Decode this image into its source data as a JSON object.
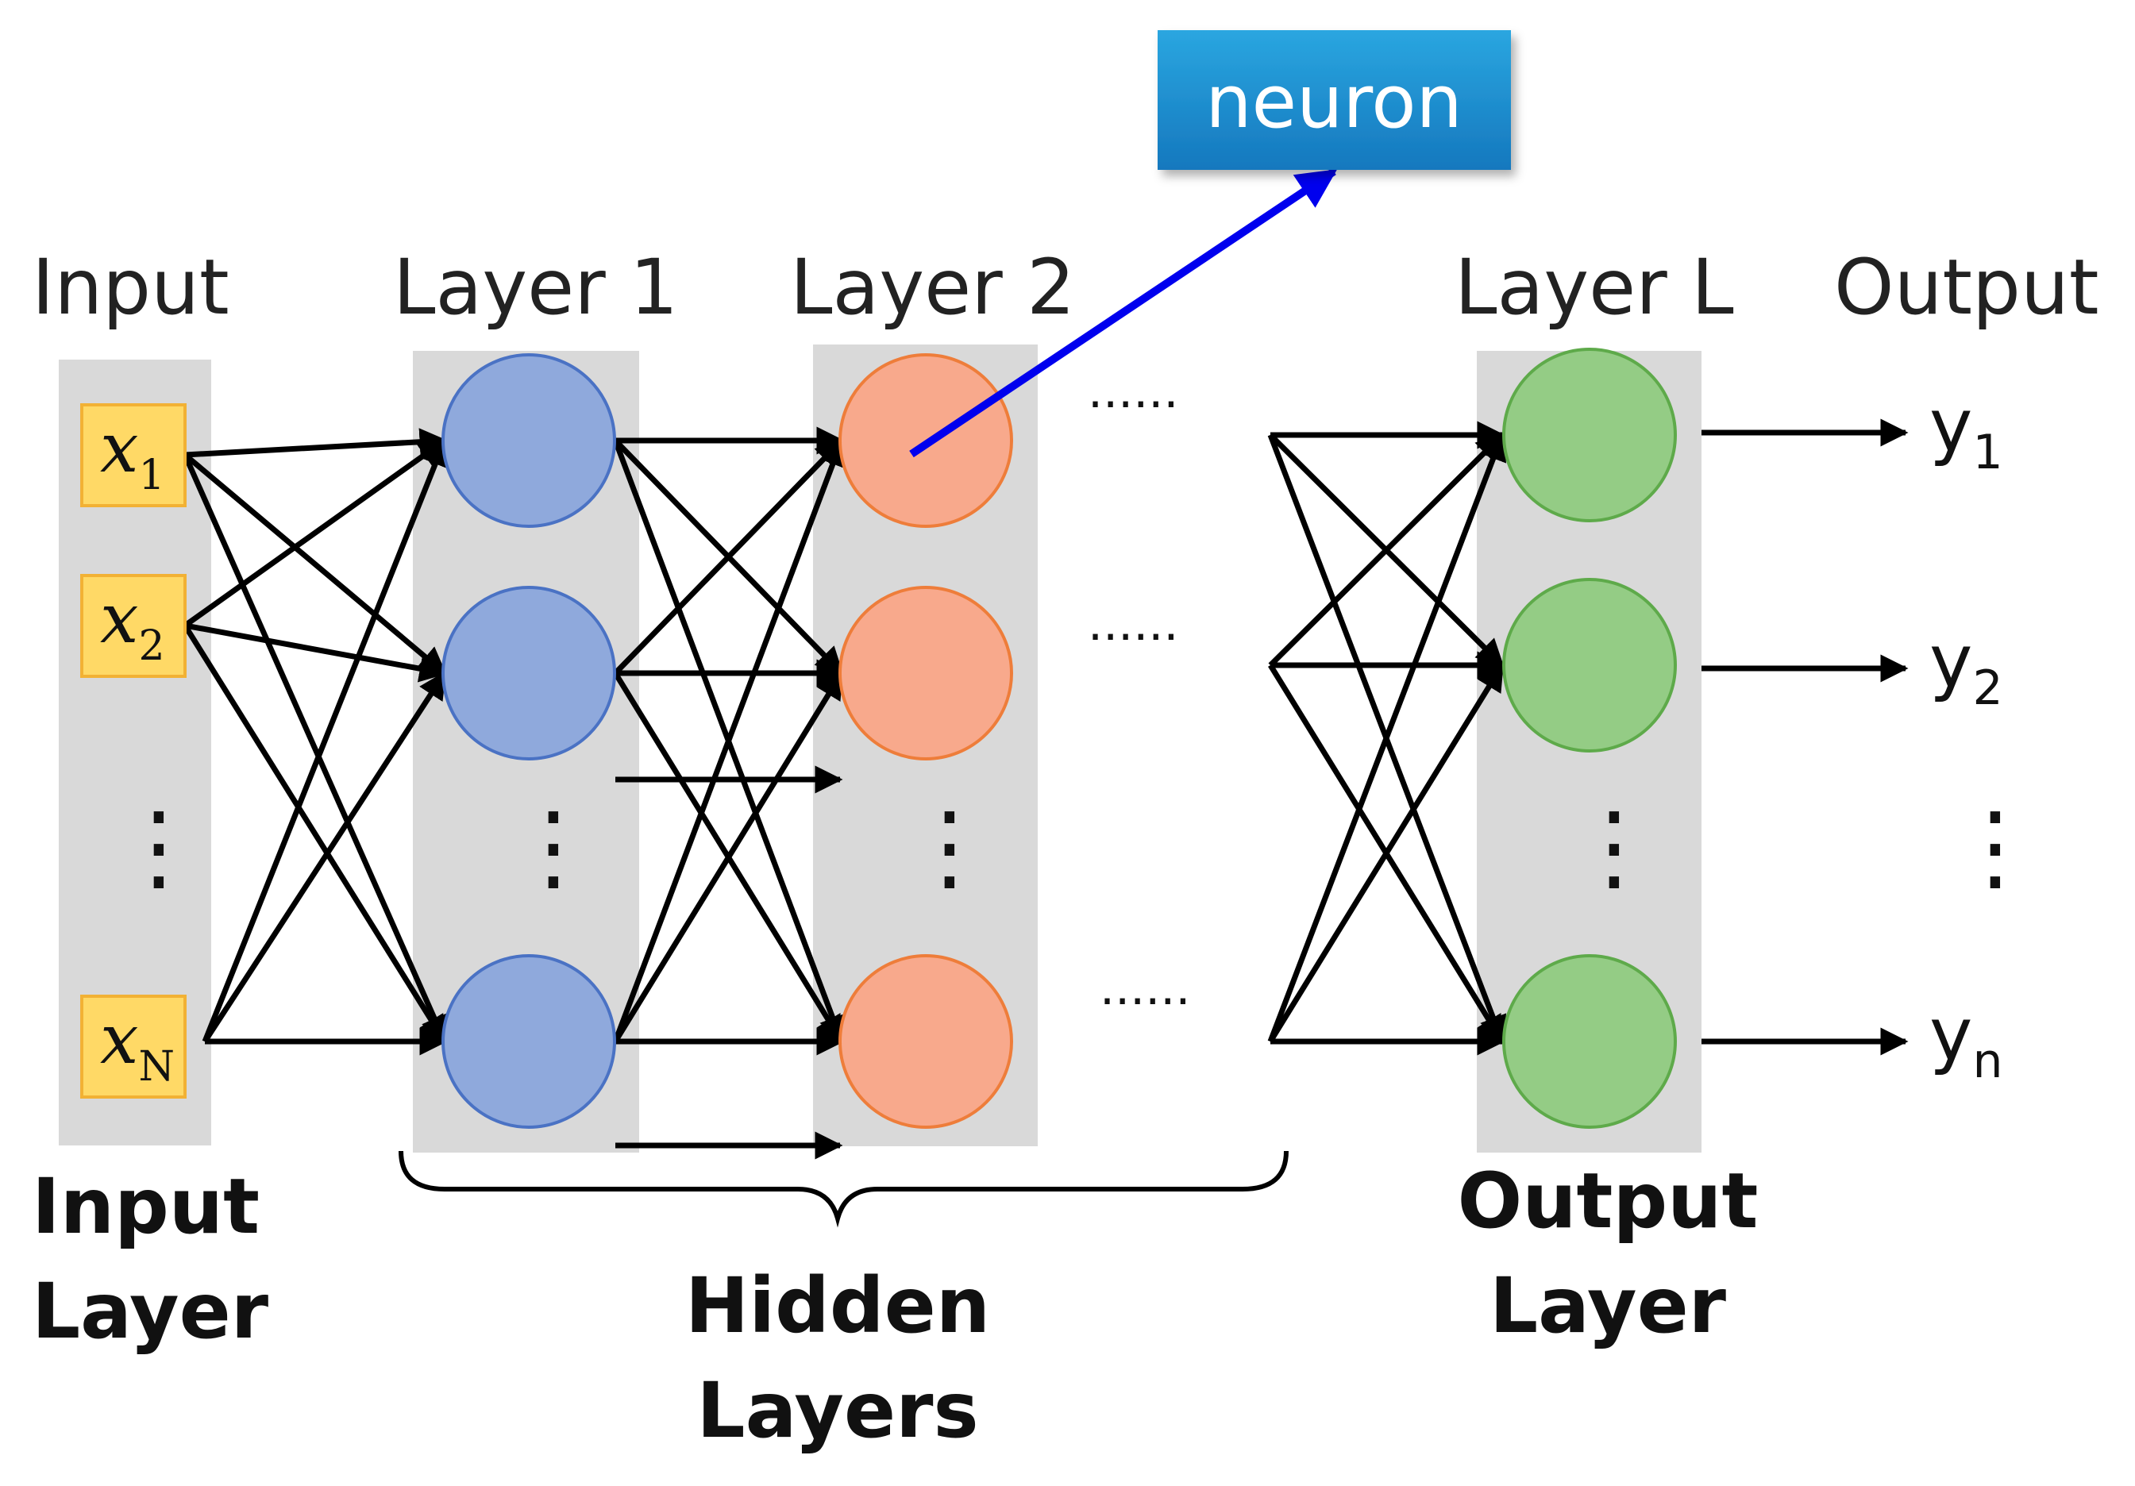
{
  "headers": {
    "input": "Input",
    "layer1": "Layer 1",
    "layer2": "Layer 2",
    "layerL": "Layer L",
    "output": "Output"
  },
  "callout": {
    "label": "neuron"
  },
  "inputs": [
    {
      "var": "x",
      "sub": "1"
    },
    {
      "var": "x",
      "sub": "2"
    },
    {
      "var": "x",
      "sub": "N"
    }
  ],
  "outputs": [
    {
      "var": "y",
      "sub": "1"
    },
    {
      "var": "y",
      "sub": "2"
    },
    {
      "var": "y",
      "sub": "n"
    }
  ],
  "ellipsis": {
    "vertical": "⋮",
    "horizontal": "······"
  },
  "captions": {
    "input_layer": [
      "Input",
      "Layer"
    ],
    "hidden_layers": [
      "Hidden",
      "Layers"
    ],
    "output_layer": [
      "Output",
      "Layer"
    ]
  },
  "colors": {
    "panel": "#d9d9d9",
    "input_box_fill": "#ffd966",
    "input_box_stroke": "#f2b134",
    "layer1_fill": "#8fa9dc",
    "layer1_stroke": "#4a72c4",
    "layer2_fill": "#f8a98c",
    "layer2_stroke": "#ee7d3a",
    "layerL_fill": "#94cc85",
    "layerL_stroke": "#5eaa4a",
    "arrow": "#000000",
    "pointer": "#0000ee",
    "callout_top": "#2aa6e0",
    "callout_bottom": "#1578be"
  }
}
